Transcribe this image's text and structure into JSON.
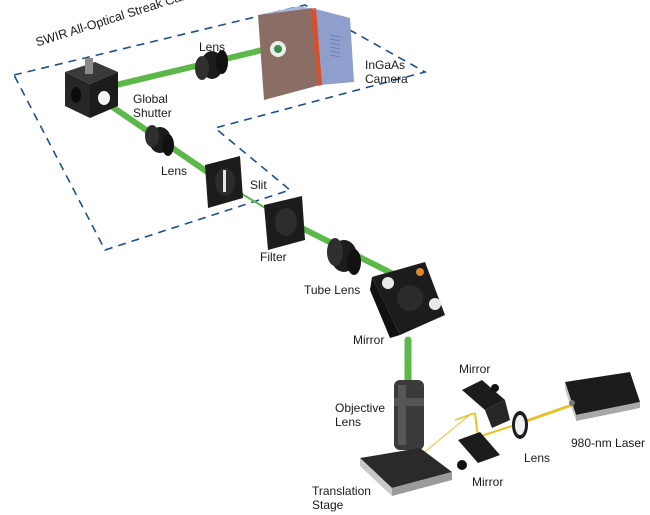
{
  "diagram": {
    "title": "SWIR All-Optical Streak Camera",
    "colors": {
      "beam_green": "#5cb848",
      "beam_yellow": "#e8c02a",
      "dashed_boundary": "#1f4f8f",
      "component_black": "#1c1c1c",
      "camera_body": "#8a6e66",
      "camera_side": "#8e9fce",
      "camera_stripe": "#d3522e"
    },
    "components": [
      {
        "id": "ingaas-camera",
        "label_lines": [
          "InGaAs",
          "Camera"
        ]
      },
      {
        "id": "lens-1",
        "label_lines": [
          "Lens"
        ]
      },
      {
        "id": "global-shutter",
        "label_lines": [
          "Global",
          "Shutter"
        ]
      },
      {
        "id": "lens-2",
        "label_lines": [
          "Lens"
        ]
      },
      {
        "id": "slit",
        "label_lines": [
          "Slit"
        ]
      },
      {
        "id": "filter",
        "label_lines": [
          "Filter"
        ]
      },
      {
        "id": "tube-lens",
        "label_lines": [
          "Tube Lens"
        ]
      },
      {
        "id": "mirror-main",
        "label_lines": [
          "Mirror"
        ]
      },
      {
        "id": "objective-lens",
        "label_lines": [
          "Objective",
          "Lens"
        ]
      },
      {
        "id": "mirror-upper",
        "label_lines": [
          "Mirror"
        ]
      },
      {
        "id": "mirror-lower",
        "label_lines": [
          "Mirror"
        ]
      },
      {
        "id": "lens-3",
        "label_lines": [
          "Lens"
        ]
      },
      {
        "id": "laser",
        "label_lines": [
          "980-nm Laser"
        ]
      },
      {
        "id": "translation-stage",
        "label_lines": [
          "Translation",
          "Stage"
        ]
      }
    ],
    "beam_paths": [
      {
        "type": "green",
        "path": [
          "ingaas-camera",
          "lens-1",
          "global-shutter",
          "lens-2",
          "slit",
          "filter",
          "tube-lens",
          "mirror-main",
          "objective-lens"
        ]
      },
      {
        "type": "yellow",
        "path": [
          "laser",
          "lens-3",
          "mirror-upper",
          "mirror-lower",
          "translation-stage"
        ]
      }
    ]
  }
}
